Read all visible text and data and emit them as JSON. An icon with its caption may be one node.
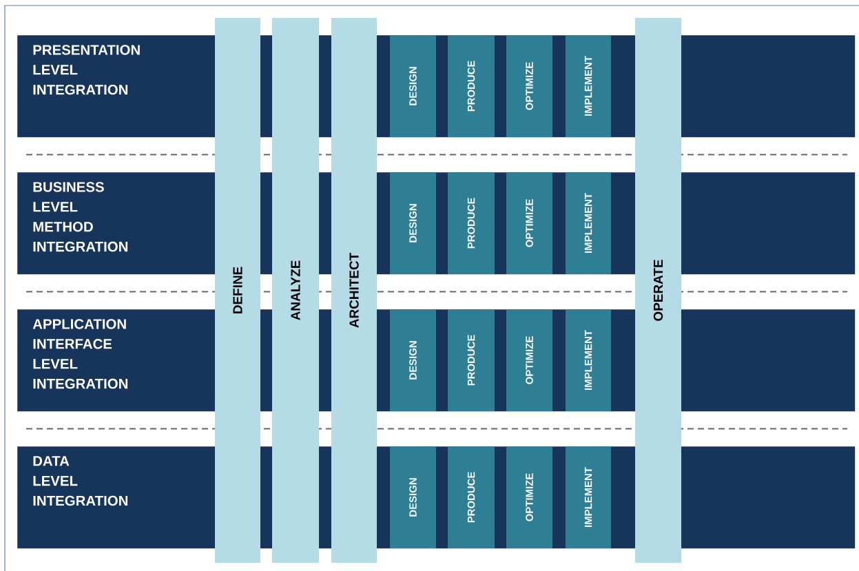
{
  "diagram": {
    "nodes": [
      {
        "text": [
          "PRESENTATION LEVEL INTEGRATION"
        ]
      },
      {
        "text": [
          "DESIGN"
        ],
        "in": 0
      },
      {
        "text": [
          "PRODUCE"
        ],
        "in": 0
      },
      {
        "text": [
          "OPTIMIZE"
        ],
        "in": 0
      },
      {
        "text": [
          "IMPLEMENT"
        ],
        "in": 0
      },
      {
        "text": [
          "BUSINESS LEVEL METHOD INTEGRATION"
        ]
      },
      {
        "text": [
          "DESIGN"
        ],
        "in": 5
      },
      {
        "text": [
          "PRODUCE"
        ],
        "in": 5
      },
      {
        "text": [
          "OPTIMIZE"
        ],
        "in": 5
      },
      {
        "text": [
          "IMPLEMENT"
        ],
        "in": 5
      },
      {
        "text": [
          "APPLICATION INTERFACE LEVEL INTEGRATION"
        ]
      },
      {
        "text": [
          "DESIGN"
        ],
        "in": 10
      },
      {
        "text": [
          "PRODUCE"
        ],
        "in": 10
      },
      {
        "text": [
          "OPTIMIZE"
        ],
        "in": 10
      },
      {
        "text": [
          "IMPLEMENT"
        ],
        "in": 10
      },
      {
        "text": [
          "DATA LEVEL INTEGRATION"
        ]
      },
      {
        "text": [
          "DESIGN"
        ],
        "in": 15
      },
      {
        "text": [
          "PRODUCE"
        ],
        "in": 15
      },
      {
        "text": [
          "OPTIMIZE"
        ],
        "in": 15
      },
      {
        "text": [
          "IMPLEMENT"
        ],
        "in": 15
      },
      {
        "text": [
          "DEFINE"
        ]
      },
      {
        "text": [
          "ANALYZE"
        ]
      },
      {
        "text": [
          "ARCHITECT"
        ]
      },
      {
        "text": [
          "OPERATE"
        ]
      }
    ]
  }
}
